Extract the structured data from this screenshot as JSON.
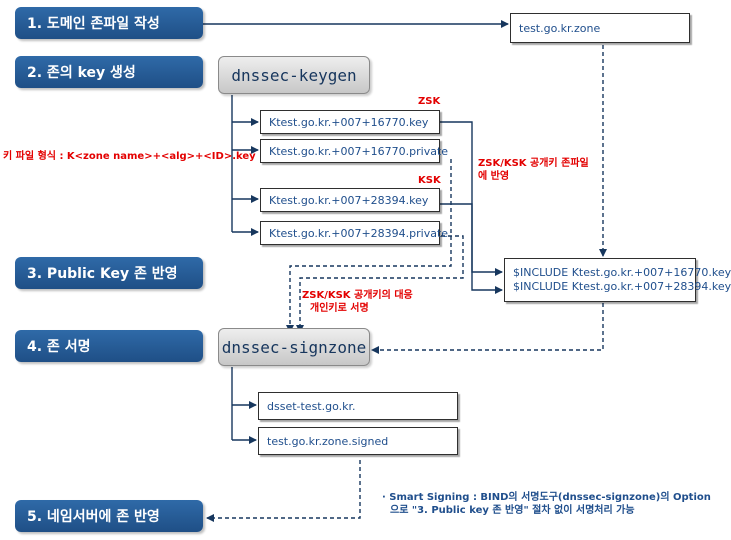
{
  "steps": {
    "s1": "1. 도메인 존파일 작성",
    "s2": "2. 존의 key 생성",
    "s3": "3. Public Key 존 반영",
    "s4": "4. 존 서명",
    "s5": "5. 네임서버에 존 반영"
  },
  "tools": {
    "keygen": "dnssec-keygen",
    "signzone": "dnssec-signzone"
  },
  "files": {
    "zone": "test.go.kr.zone",
    "zsk_key": "Ktest.go.kr.+007+16770.key",
    "zsk_private": "Ktest.go.kr.+007+16770.private",
    "ksk_key": "Ktest.go.kr.+007+28394.key",
    "ksk_private": "Ktest.go.kr.+007+28394.private",
    "include1": "$INCLUDE Ktest.go.kr.+007+16770.key",
    "include2": "$INCLUDE Ktest.go.kr.+007+28394.key",
    "dsset": "dsset-test.go.kr.",
    "signed": "test.go.kr.zone.signed"
  },
  "labels": {
    "zsk": "ZSK",
    "ksk": "KSK",
    "key_format": "키 파일 형식 : K<zone name>+<alg>+<ID>.key",
    "pubkey_zone_line1": "ZSK/KSK 공개키 존파일",
    "pubkey_zone_line2": "에 반영",
    "sign_line1": "ZSK/KSK 공개키의 대응",
    "sign_line2": "개인키로 서명"
  },
  "note": {
    "line1": "· Smart Signing : BIND의 서명도구(dnssec-signzone)의 Option",
    "line2": "으로 \"3. Public key 존 반영\" 절차 없이 서명처리 가능"
  },
  "colors": {
    "step_blue": "#2f6aa8",
    "file_text": "#1f4e8c",
    "annotation_red": "#e30000",
    "connector_navy": "#17375e"
  }
}
